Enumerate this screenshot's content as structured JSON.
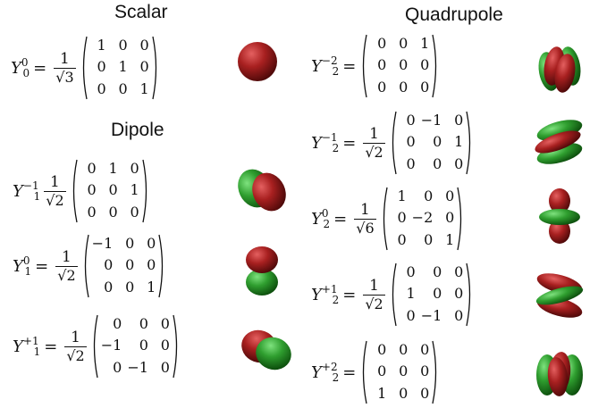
{
  "headings": {
    "scalar": "Scalar",
    "dipole": "Dipole",
    "quadrupole": "Quadrupole"
  },
  "entries": {
    "y00": {
      "sym": "Y",
      "sub": "0",
      "sup": "0",
      "eq": "=",
      "num": "1",
      "rad": "3",
      "m": [
        [
          "1",
          "0",
          "0"
        ],
        [
          "0",
          "1",
          "0"
        ],
        [
          "0",
          "0",
          "1"
        ]
      ]
    },
    "y1m1": {
      "sym": "Y",
      "sub": "1",
      "sup": "−1",
      "eq": "",
      "num": "1",
      "rad": "2",
      "m": [
        [
          "0",
          "1",
          "0"
        ],
        [
          "0",
          "0",
          "1"
        ],
        [
          "0",
          "0",
          "0"
        ]
      ]
    },
    "y10": {
      "sym": "Y",
      "sub": "1",
      "sup": "0",
      "eq": "=",
      "num": "1",
      "rad": "2",
      "m": [
        [
          "−1",
          "0",
          "0"
        ],
        [
          "0",
          "0",
          "0"
        ],
        [
          "0",
          "0",
          "1"
        ]
      ]
    },
    "y1p1": {
      "sym": "Y",
      "sub": "1",
      "sup": "+1",
      "eq": "=",
      "num": "1",
      "rad": "2",
      "m": [
        [
          "0",
          "0",
          "0"
        ],
        [
          "−1",
          "0",
          "0"
        ],
        [
          "0",
          "−1",
          "0"
        ]
      ]
    },
    "y2m2": {
      "sym": "Y",
      "sub": "2",
      "sup": "−2",
      "eq": "=",
      "m": [
        [
          "0",
          "0",
          "1"
        ],
        [
          "0",
          "0",
          "0"
        ],
        [
          "0",
          "0",
          "0"
        ]
      ]
    },
    "y2m1": {
      "sym": "Y",
      "sub": "2",
      "sup": "−1",
      "eq": "=",
      "num": "1",
      "rad": "2",
      "m": [
        [
          "0",
          "−1",
          "0"
        ],
        [
          "0",
          "0",
          "1"
        ],
        [
          "0",
          "0",
          "0"
        ]
      ]
    },
    "y20": {
      "sym": "Y",
      "sub": "2",
      "sup": "0",
      "eq": "=",
      "num": "1",
      "rad": "6",
      "m": [
        [
          "1",
          "0",
          "0"
        ],
        [
          "0",
          "−2",
          "0"
        ],
        [
          "0",
          "0",
          "1"
        ]
      ]
    },
    "y2p1": {
      "sym": "Y",
      "sub": "2",
      "sup": "+1",
      "eq": "=",
      "num": "1",
      "rad": "2",
      "m": [
        [
          "0",
          "0",
          "0"
        ],
        [
          "1",
          "0",
          "0"
        ],
        [
          "0",
          "−1",
          "0"
        ]
      ]
    },
    "y2p2": {
      "sym": "Y",
      "sub": "2",
      "sup": "+2",
      "eq": "=",
      "m": [
        [
          "0",
          "0",
          "0"
        ],
        [
          "0",
          "0",
          "0"
        ],
        [
          "1",
          "0",
          "0"
        ]
      ]
    }
  },
  "colors": {
    "positive_lobe": "#9b1c1c",
    "negative_lobe": "#2e9e2e"
  },
  "orbital_icons": [
    "sphere-orbital-icon",
    "p-orbital-icon",
    "d-orbital-icon"
  ]
}
